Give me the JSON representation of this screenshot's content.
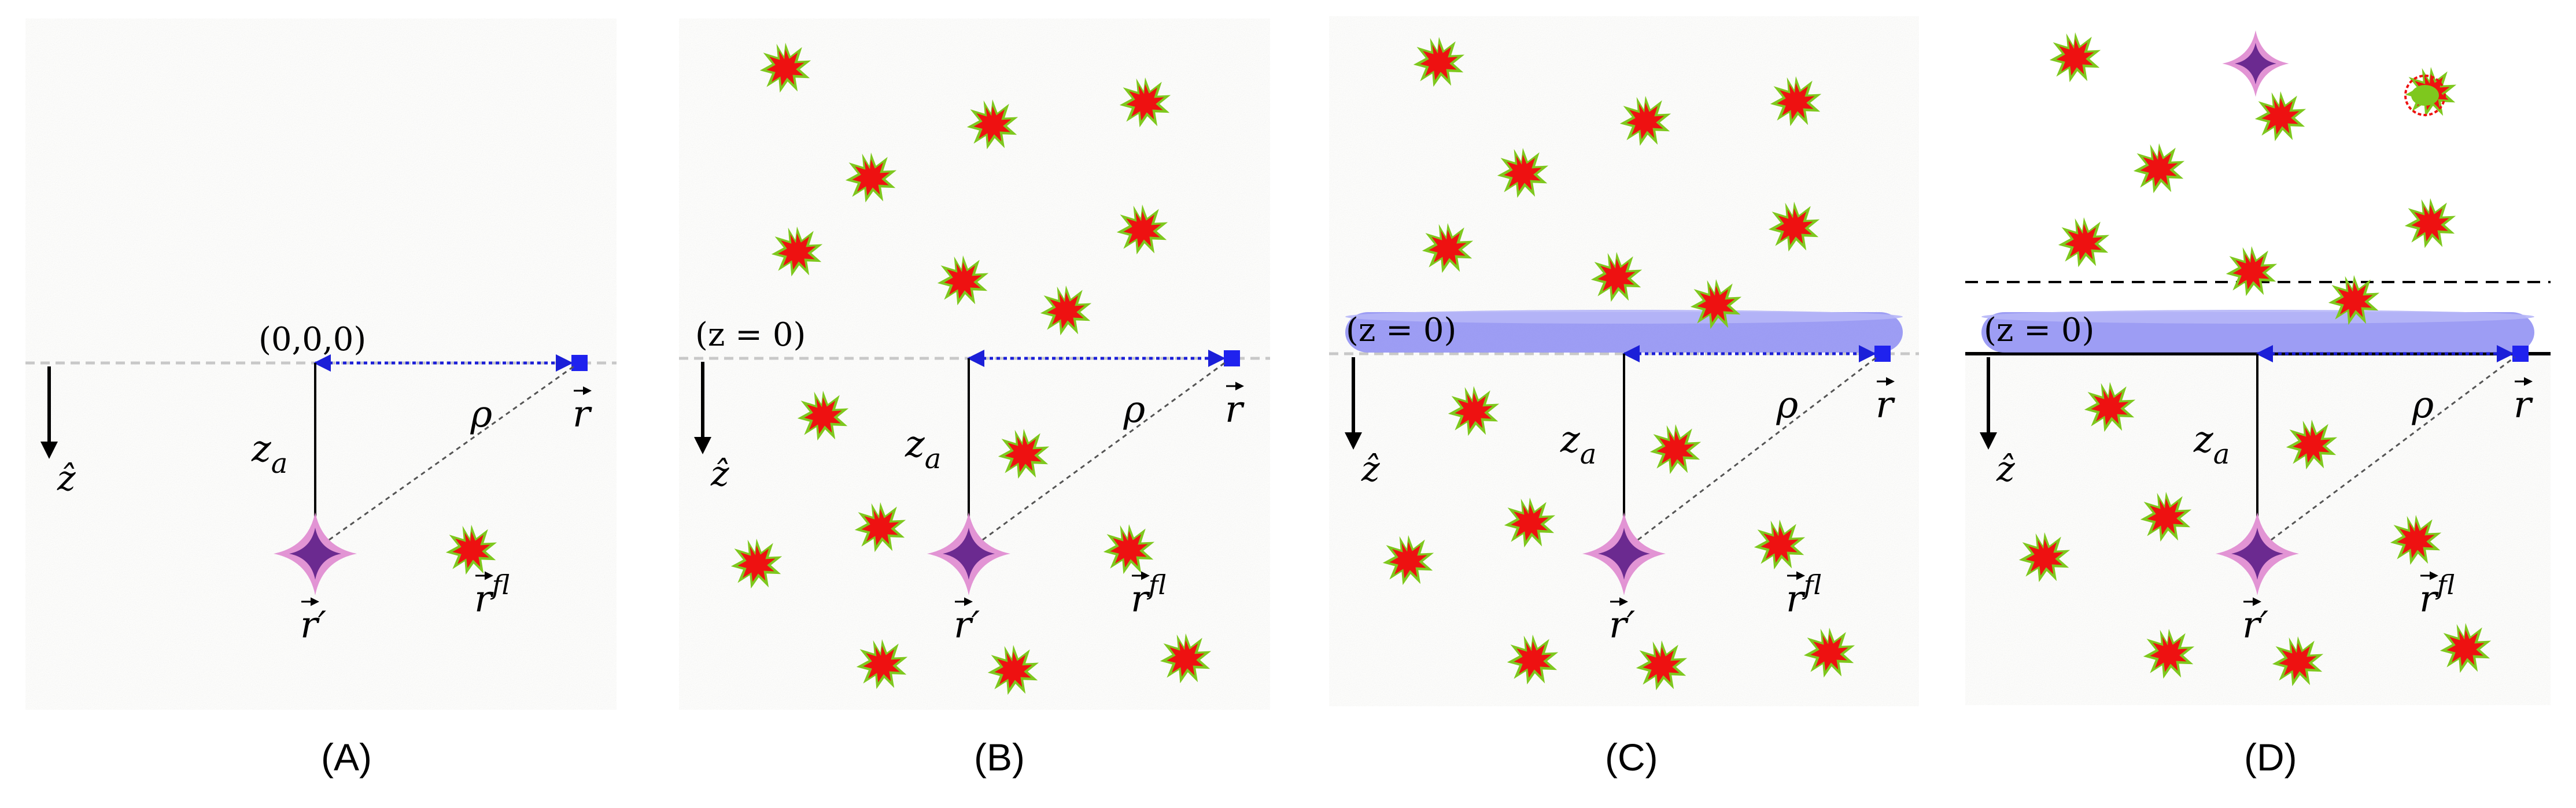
{
  "figure": {
    "panels": [
      {
        "id": "A",
        "caption": "(A)",
        "origin_label": "(0,0,0)",
        "z_axis_label": "ẑ",
        "depth_label": "z",
        "depth_subscript": "a",
        "rho_label": "ρ",
        "r_label": "r",
        "r_prime_label": "r",
        "r_prime_mark": "′",
        "r_fl_label": "r",
        "r_fl_sup": "fl"
      },
      {
        "id": "B",
        "caption": "(B)",
        "origin_label": "(z = 0)",
        "z_axis_label": "ẑ",
        "depth_label": "z",
        "depth_subscript": "a",
        "rho_label": "ρ",
        "r_label": "r",
        "r_prime_label": "r",
        "r_prime_mark": "′",
        "r_fl_label": "r",
        "r_fl_sup": "fl"
      },
      {
        "id": "C",
        "caption": "(C)",
        "origin_label": "(z = 0)",
        "z_axis_label": "ẑ",
        "depth_label": "z",
        "depth_subscript": "a",
        "rho_label": "ρ",
        "r_label": "r",
        "r_prime_label": "r",
        "r_prime_mark": "′",
        "r_fl_label": "r",
        "r_fl_sup": "fl"
      },
      {
        "id": "D",
        "caption": "(D)",
        "origin_label": "(z = 0)",
        "z_axis_label": "ẑ",
        "depth_label": "z",
        "depth_subscript": "a",
        "rho_label": "ρ",
        "r_label": "r",
        "r_prime_label": "r",
        "r_prime_mark": "′",
        "r_fl_label": "r",
        "r_fl_sup": "fl"
      }
    ],
    "colors": {
      "tissue": "#ebeae5",
      "fluorophore_outer": "#7ec81e",
      "fluorophore_inner": "#ee1111",
      "source_outer": "#e294d4",
      "source_inner": "#6b2a90",
      "detector": "#1f22ee",
      "rho_line": "#1b1fd8",
      "layer": "#8c8cf2"
    },
    "icons": {
      "fluorophore": "red-starburst",
      "source": "purple-four-point-star",
      "detector": "blue-square"
    }
  }
}
